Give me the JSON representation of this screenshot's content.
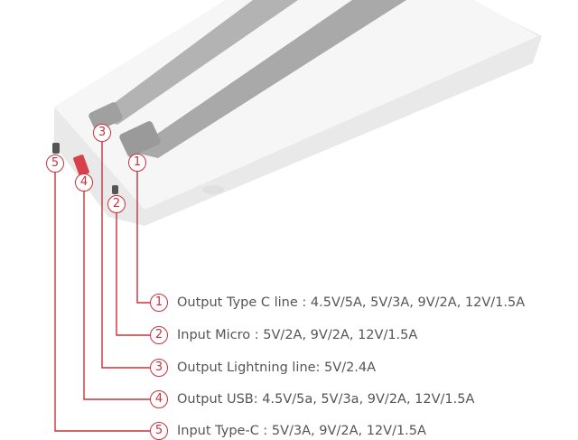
{
  "callouts": [
    {
      "num": "1",
      "label": "Output Type C line : 4.5V/5A, 5V/3A, 9V/2A, 12V/1.5A"
    },
    {
      "num": "2",
      "label": "Input Micro : 5V/2A, 9V/2A, 12V/1.5A"
    },
    {
      "num": "3",
      "label": "Output Lightning line: 5V/2.4A"
    },
    {
      "num": "4",
      "label": "Output USB: 4.5V/5a, 5V/3a, 9V/2A, 12V/1.5A"
    },
    {
      "num": "5",
      "label": "Input Type-C : 5V/3A, 9V/2A, 12V/1.5A"
    }
  ],
  "colors": {
    "accent": "#c8323c",
    "text": "#555555",
    "body": "#f2f2f2",
    "cable": "#a9a9a9"
  }
}
